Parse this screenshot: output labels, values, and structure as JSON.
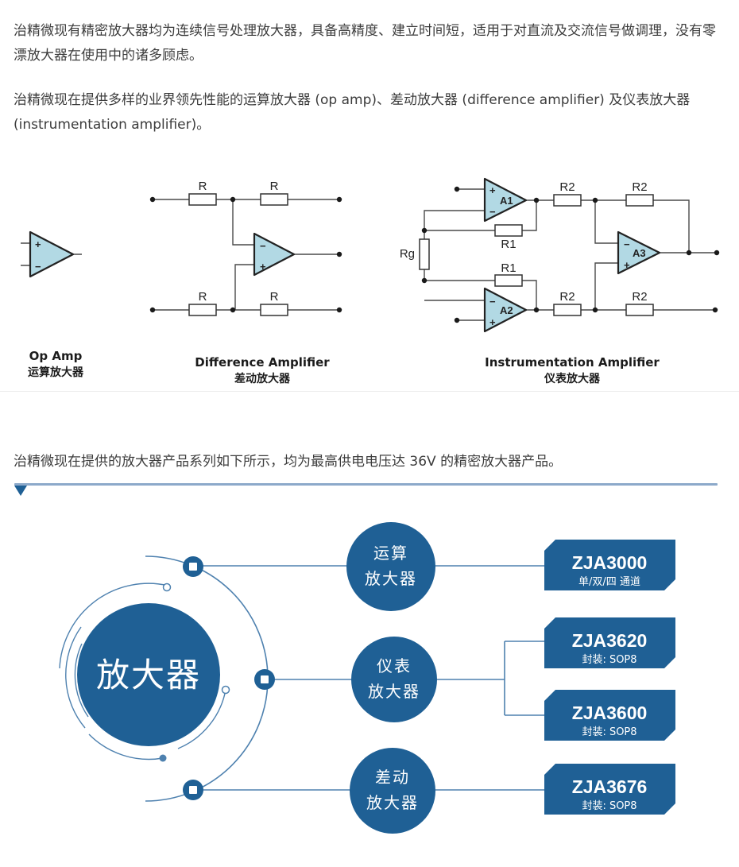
{
  "page": {
    "background": "#ffffff",
    "accent_blue": "#1f6095",
    "line_blue": "#4e81af",
    "rule_blue": "#8ca9ca",
    "amp_symbol_fill": "#b2d9e4"
  },
  "intro": {
    "paragraph1": "治精微现有精密放大器均为连续信号处理放大器，具备高精度、建立时间短，适用于对直流及交流信号做调理，没有零漂放大器在使用中的诸多顾虑。",
    "paragraph2": "治精微现在提供多样的业界领先性能的运算放大器 (op amp)、差动放大器 (difference amplifier) 及仪表放大器 (instrumentation amplifier)。"
  },
  "figures": {
    "op_amp": {
      "en": "Op Amp",
      "zh": "运算放大器"
    },
    "difference": {
      "en": "Difference Amplifier",
      "zh": "差动放大器"
    },
    "instrumentation": {
      "en": "Instrumentation Amplifier",
      "zh": "仪表放大器"
    },
    "labels": {
      "r": "R",
      "r1": "R1",
      "r2": "R2",
      "rg": "Rg",
      "a1": "A1",
      "a2": "A2",
      "a3": "A3",
      "plus": "+",
      "minus": "−"
    }
  },
  "series": {
    "intro": "治精微现在提供的放大器产品系列如下所示，均为最高供电电压达 36V 的精密放大器产品。",
    "hub": "放大器",
    "categories": [
      {
        "line1": "运算",
        "line2": "放大器"
      },
      {
        "line1": "仪表",
        "line2": "放大器"
      },
      {
        "line1": "差动",
        "line2": "放大器"
      }
    ],
    "products": [
      {
        "name": "ZJA3000",
        "subtitle": "单/双/四 通道"
      },
      {
        "name": "ZJA3620",
        "subtitle": "封装: SOP8"
      },
      {
        "name": "ZJA3600",
        "subtitle": "封装: SOP8"
      },
      {
        "name": "ZJA3676",
        "subtitle": "封装: SOP8"
      }
    ]
  }
}
